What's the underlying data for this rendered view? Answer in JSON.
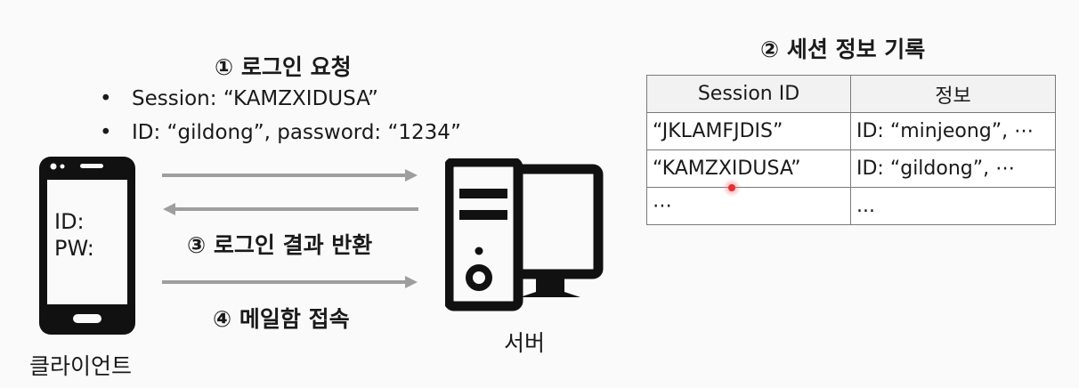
{
  "step1": {
    "title": "① 로그인 요청",
    "bullets": [
      "Session: “KAMZXIDUSA”",
      "ID: “gildong”, password: “1234”"
    ]
  },
  "step2": {
    "title": "② 세션 정보 기록",
    "table": {
      "headers": [
        "Session ID",
        "정보"
      ],
      "rows": [
        [
          "“JKLAMFJDIS”",
          "ID: “minjeong”, ⋯"
        ],
        [
          "“KAMZXIDUSA”",
          "ID: “gildong”, ⋯"
        ],
        [
          "⋯",
          "..."
        ]
      ]
    }
  },
  "step3": {
    "title": "③ 로그인 결과 반환"
  },
  "step4": {
    "title": "④ 메일함 접속"
  },
  "client": {
    "label": "클라이언트",
    "id_label": "ID:",
    "pw_label": "PW:"
  },
  "server": {
    "label": "서버"
  },
  "colors": {
    "arrow": "#9e9e9e",
    "icon": "#111111",
    "cursor_dot": "#e0303a"
  }
}
